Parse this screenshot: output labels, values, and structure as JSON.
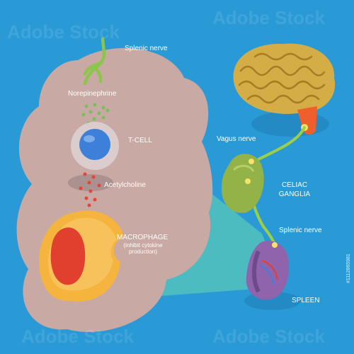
{
  "colors": {
    "background": "#2a9ad6",
    "panel": "#c9a9a3",
    "beam": "#52c2bd",
    "nerve": "#9ccf46",
    "brain": "#d5ad46",
    "ganglia": "#93b248",
    "spleen": "#8f64ad",
    "macrophage": "#f5b43e",
    "nucleus": "#e2402e",
    "tcell": "#3d80d9",
    "norepinephrine": "#78c05a",
    "acetylcholine": "#e0463c"
  },
  "labels": {
    "splenic_nerve_top": "Splenic nerve",
    "norepinephrine": "Norepinephrine",
    "tcell": "T-CELL",
    "acetylcholine": "Acetylcholine",
    "macrophage": "MACROPHAGE",
    "macrophage_note": "(inhibit cytokine production)",
    "vagus_nerve": "Vagus nerve",
    "celiac_ganglia": "CELIAC GANGLIA",
    "splenic_nerve_right": "Splenic nerve",
    "spleen": "SPLEEN"
  },
  "watermark": {
    "text": "Adobe Stock",
    "id": "#1112865981"
  },
  "icons": [
    "brain-icon",
    "brainstem-icon",
    "celiac-ganglia-icon",
    "spleen-icon",
    "macrophage-icon",
    "t-cell-icon",
    "nerve-ending-icon"
  ]
}
